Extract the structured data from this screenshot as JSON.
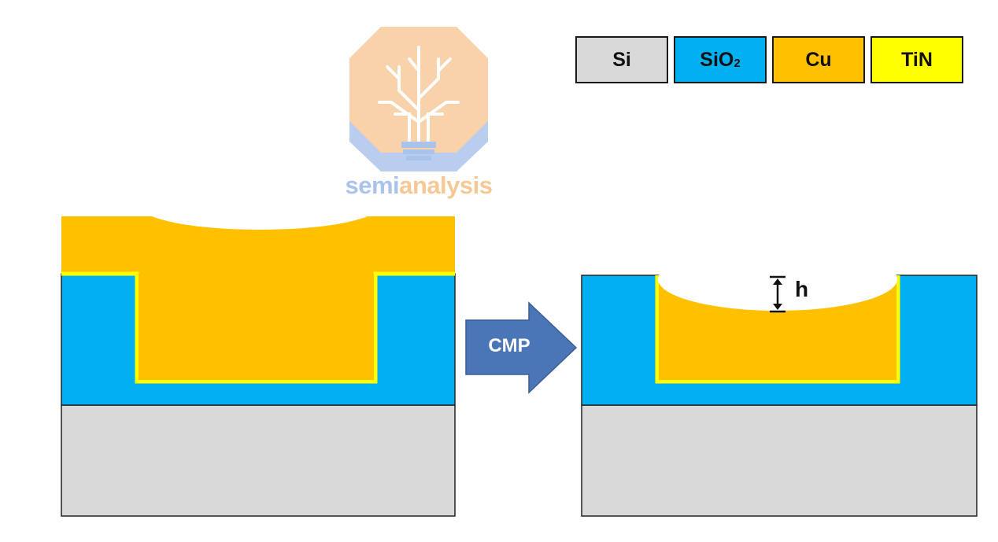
{
  "legend": [
    {
      "label": "Si",
      "sub": "",
      "color": "#d9d9d9"
    },
    {
      "label": "SiO",
      "sub": "2",
      "color": "#00b0f0"
    },
    {
      "label": "Cu",
      "sub": "",
      "color": "#ffc000"
    },
    {
      "label": "TiN",
      "sub": "",
      "color": "#ffff00"
    }
  ],
  "watermark": {
    "part1": "semi",
    "part2": "analysis"
  },
  "arrow_label": "CMP",
  "dimension_label": "h",
  "colors": {
    "si": "#d9d9d9",
    "sio2": "#00b0f0",
    "cu": "#ffc000",
    "tin": "#ffff00",
    "arrow": "#4a76b8"
  }
}
